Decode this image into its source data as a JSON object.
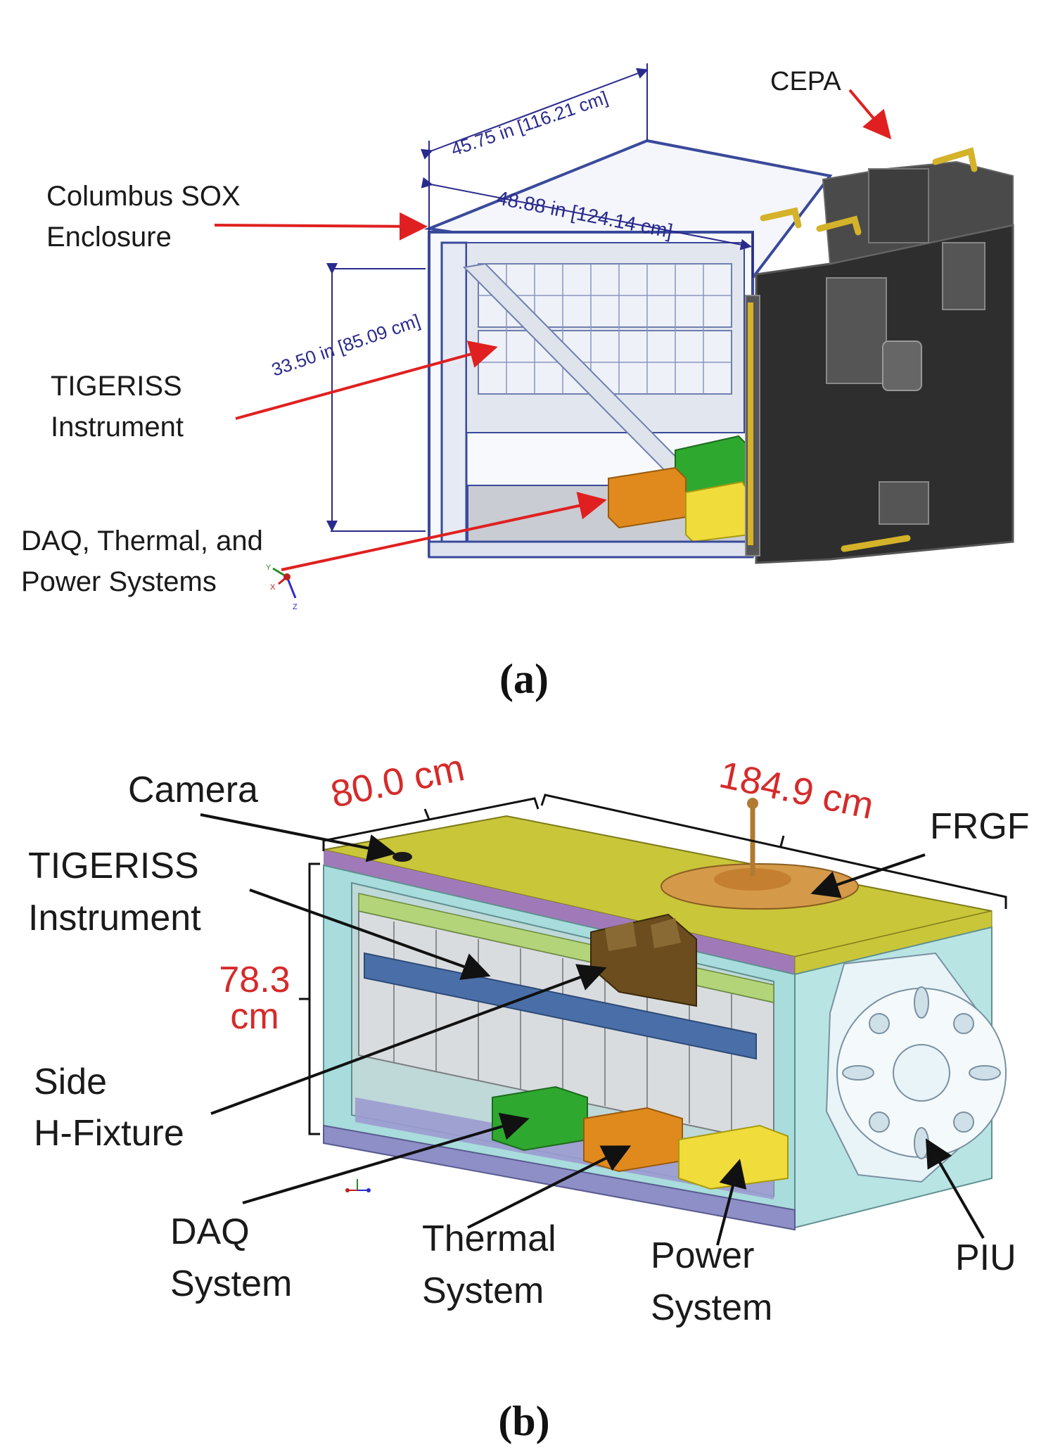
{
  "panel_a": {
    "labels": {
      "cepa": "CEPA",
      "columbus_line1": "Columbus SOX",
      "columbus_line2": "Enclosure",
      "tigeriss_line1": "TIGERISS",
      "tigeriss_line2": "Instrument",
      "daq_line1": "DAQ, Thermal, and",
      "daq_line2": "Power Systems"
    },
    "dimensions": {
      "depth": "45.75 in [116.21 cm]",
      "width": "48.88 in [124.14 cm]",
      "height": "33.50 in [85.09 cm]"
    },
    "axis": {
      "y": "Y",
      "x": "X",
      "z": "Z"
    },
    "caption": "(a)"
  },
  "panel_b": {
    "labels": {
      "camera": "Camera",
      "tigeriss_line1": "TIGERISS",
      "tigeriss_line2": "Instrument",
      "side_line1": "Side",
      "side_line2": "H-Fixture",
      "daq_line1": "DAQ",
      "daq_line2": "System",
      "thermal_line1": "Thermal",
      "thermal_line2": "System",
      "power_line1": "Power",
      "power_line2": "System",
      "frgf": "FRGF",
      "piu": "PIU"
    },
    "dimensions": {
      "width": "80.0 cm",
      "length": "184.9 cm",
      "height_line1": "78.3",
      "height_line2": "cm"
    },
    "caption": "(b)"
  },
  "colors": {
    "arrow_red": "#e02020",
    "dimension_blue": "#2a2a8c",
    "daq_green": "#2fa82f",
    "thermal_orange": "#e08a1e",
    "power_yellow": "#f0dc3a",
    "top_yellow": "#c9c63a",
    "frame_cyan": "#a9dcdc",
    "floor_purple": "#8f8fc8"
  }
}
